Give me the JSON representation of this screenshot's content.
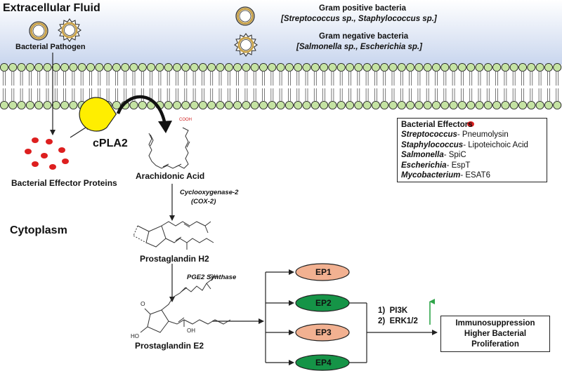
{
  "regions": {
    "extracellular": "Extracellular Fluid",
    "cytoplasm": "Cytoplasm"
  },
  "bacteria": {
    "pathogen_label": "Bacterial Pathogen",
    "gram_positive_title": "Gram positive bacteria",
    "gram_positive_species": "[Streptococcus sp., Staphylococcus sp.]",
    "gram_negative_title": "Gram negative bacteria",
    "gram_negative_species": "[Salmonella sp., Escherichia sp.]",
    "effector_proteins_label": "Bacterial Effector Proteins"
  },
  "pathway": {
    "enzyme_label": "cPLA2",
    "arachidonic_acid": "Arachidonic Acid",
    "cox2_line1": "Cyclooxygenase-2",
    "cox2_line2": "(COX-2)",
    "prostaglandin_h2": "Prostaglandin H2",
    "pge2_synthase": "PGE2 Synthase",
    "prostaglandin_e2": "Prostaglandin E2"
  },
  "receptors": [
    "EP1",
    "EP2",
    "EP3",
    "EP4"
  ],
  "signaling": [
    "1)  PI3K",
    "2)  ERK1/2"
  ],
  "outcome": {
    "line1": "Immunosuppression",
    "line2": "Higher Bacterial",
    "line3": "Proliferation"
  },
  "legend": {
    "title": "Bacterial Effectors",
    "items": [
      {
        "genus": "Streptococcus",
        "effector": "- Pneumolysin"
      },
      {
        "genus": "Staphylococcus",
        "effector": "- Lipoteichoic Acid"
      },
      {
        "genus": "Salmonella",
        "effector": "- SpiC"
      },
      {
        "genus": "Escherichia",
        "effector": "- EspT"
      },
      {
        "genus": "Mycobacterium",
        "effector": "- ESAT6"
      }
    ]
  },
  "structure_atoms": {
    "cooh": "OH",
    "ketone_o": "O",
    "oh": "OH",
    "ho": "HO"
  },
  "colors": {
    "membrane_head": "#c5e3a3",
    "membrane_outline": "#222222",
    "pacman": "#ffee00",
    "effector_dot": "#dd1f1f",
    "ep_orange": "#f2b191",
    "ep_green": "#159447",
    "up_arrow": "#2fa54a",
    "bacteria_ring": "#c8a24b",
    "extracellular_gradient": "#c9d6ee"
  }
}
